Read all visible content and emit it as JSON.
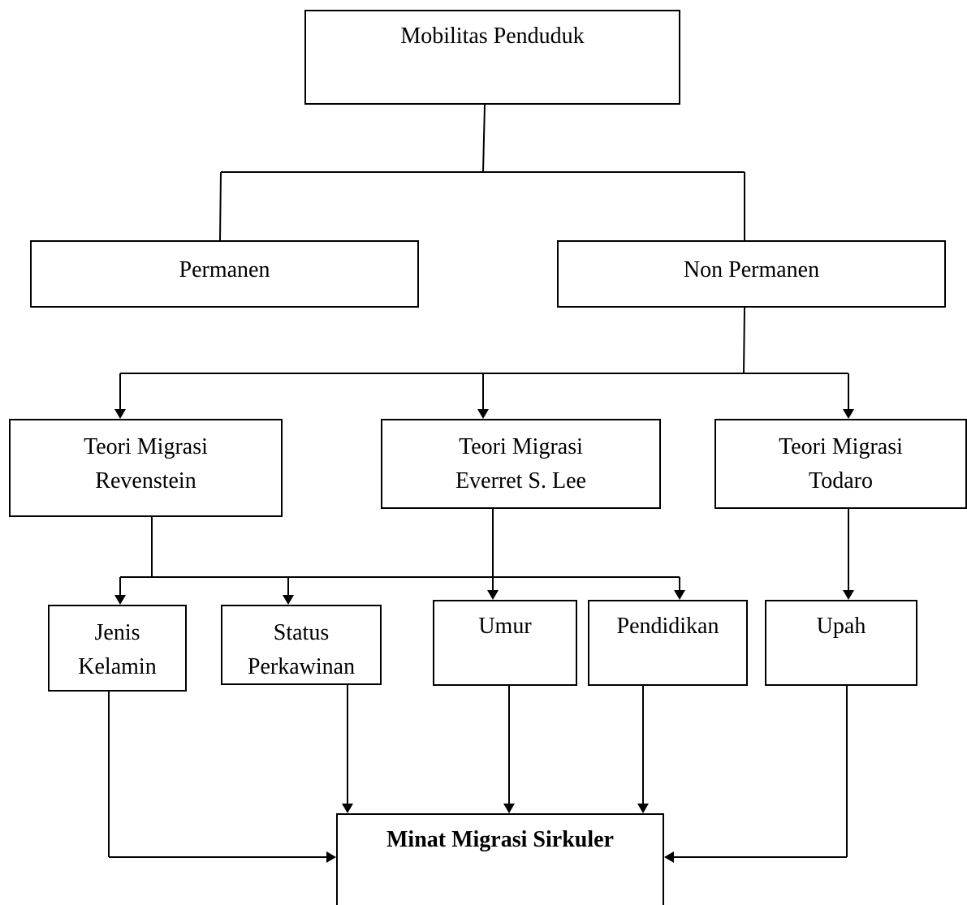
{
  "diagram": {
    "nodes": {
      "mobilitas": {
        "lines": [
          "Mobilitas Penduduk"
        ]
      },
      "permanen": {
        "lines": [
          "Permanen"
        ]
      },
      "non_permanen": {
        "lines": [
          "Non Permanen"
        ]
      },
      "teori_revenstein": {
        "lines": [
          "Teori Migrasi",
          "Revenstein"
        ]
      },
      "teori_lee": {
        "lines": [
          "Teori Migrasi",
          "Everret S. Lee"
        ]
      },
      "teori_todaro": {
        "lines": [
          "Teori Migrasi",
          "Todaro"
        ]
      },
      "jenis_kelamin": {
        "lines": [
          "Jenis",
          "Kelamin"
        ]
      },
      "status_perkawinan": {
        "lines": [
          "Status",
          "Perkawinan"
        ]
      },
      "umur": {
        "lines": [
          "Umur"
        ]
      },
      "pendidikan": {
        "lines": [
          "Pendidikan"
        ]
      },
      "upah": {
        "lines": [
          "Upah"
        ]
      },
      "minat": {
        "lines": [
          "Minat Migrasi Sirkuler"
        ]
      }
    },
    "edges": [
      {
        "from": "mobilitas",
        "to": "permanen",
        "arrow": false
      },
      {
        "from": "mobilitas",
        "to": "non_permanen",
        "arrow": false
      },
      {
        "from": "non_permanen",
        "to": "teori_revenstein",
        "arrow": true
      },
      {
        "from": "non_permanen",
        "to": "teori_lee",
        "arrow": true
      },
      {
        "from": "non_permanen",
        "to": "teori_todaro",
        "arrow": true
      },
      {
        "from": "teori_revenstein",
        "to": "jenis_kelamin",
        "arrow": true
      },
      {
        "from": "teori_revenstein",
        "to": "status_perkawinan",
        "arrow": true
      },
      {
        "from": "teori_revenstein",
        "to": "pendidikan",
        "arrow": true
      },
      {
        "from": "teori_lee",
        "to": "umur",
        "arrow": true
      },
      {
        "from": "teori_todaro",
        "to": "upah",
        "arrow": true
      },
      {
        "from": "jenis_kelamin",
        "to": "minat",
        "arrow": true
      },
      {
        "from": "status_perkawinan",
        "to": "minat",
        "arrow": true
      },
      {
        "from": "umur",
        "to": "minat",
        "arrow": true
      },
      {
        "from": "pendidikan",
        "to": "minat",
        "arrow": true
      },
      {
        "from": "upah",
        "to": "minat",
        "arrow": true
      }
    ]
  }
}
